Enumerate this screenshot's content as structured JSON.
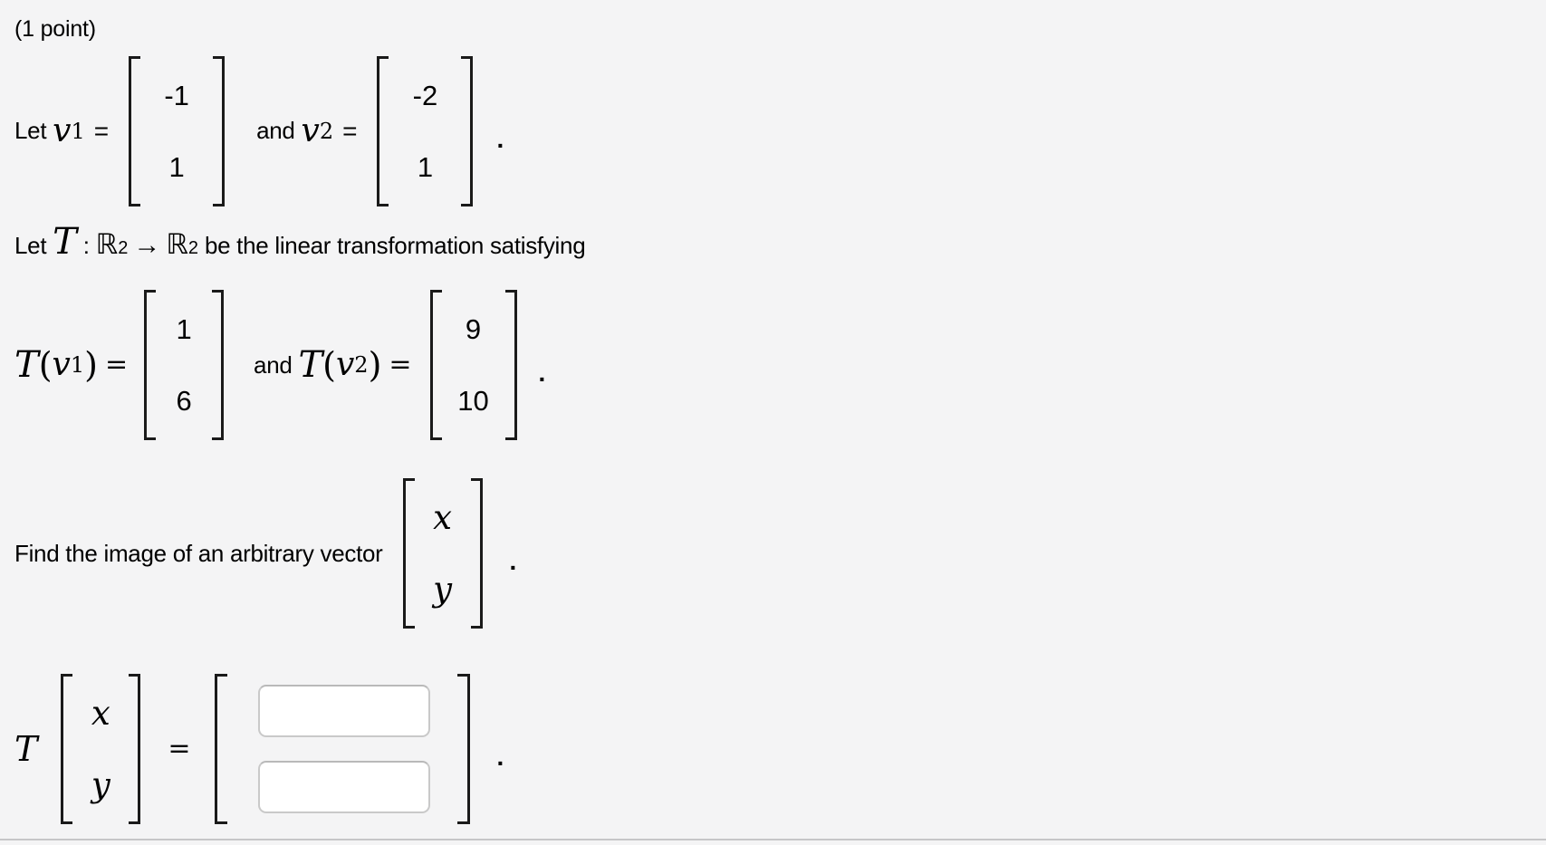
{
  "page": {
    "background_color": "#f4f4f5",
    "text_color": "#000000",
    "bracket_color": "#1a1a1a",
    "bottom_rule_color": "#c6c6c8",
    "input_border_color": "#c9c9c9",
    "input_background": "#ffffff"
  },
  "header": {
    "points_label": "(1 point)"
  },
  "statement": {
    "row1": {
      "let": "Let ",
      "v_symbol": "v",
      "v1_subscript": "1",
      "equals": "=",
      "vector1": [
        "-1",
        "1"
      ],
      "and": " and ",
      "v2_subscript": "2",
      "vector2": [
        "-2",
        "1"
      ],
      "period": "."
    },
    "row2": {
      "let": "Let ",
      "T_symbol": "T",
      "colon": " : ",
      "reals": "ℝ",
      "exponent": "2",
      "arrow": "→",
      "text_suffix": " be the linear transformation satisfying",
      "open_paren": "(",
      "close_paren": ")",
      "v_symbol": "v",
      "v1_subscript": "1",
      "v2_subscript": "2",
      "equals": "=",
      "and": " and ",
      "vector1": [
        "1",
        "6"
      ],
      "vector2": [
        "9",
        "10"
      ],
      "period": "."
    },
    "row3": {
      "text": "Find the image of an arbitrary vector",
      "vector": [
        "x",
        "y"
      ],
      "period": "."
    },
    "row4": {
      "T_symbol": "T",
      "vector": [
        "x",
        "y"
      ],
      "equals": "=",
      "answers": [
        {
          "value": "",
          "placeholder": ""
        },
        {
          "value": "",
          "placeholder": ""
        }
      ],
      "period": "."
    }
  }
}
